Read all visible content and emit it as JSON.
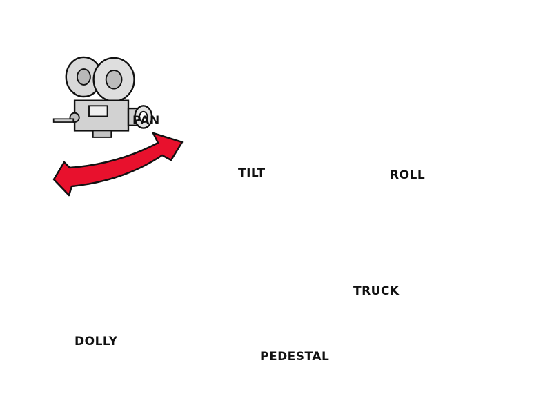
{
  "labels": {
    "pan": "PAN",
    "tilt": "TILT",
    "roll": "ROLL",
    "dolly": "DOLLY",
    "pedestal": "PEDESTAL",
    "truck": "TRUCK"
  },
  "icons": {
    "camera": "movie-camera-icon",
    "arrow": "motion-arrow-icon"
  },
  "colors": {
    "arrow_red": "#e8112d",
    "arrow_dark_red": "#b30c1e",
    "camera_body": "#d9d9d9",
    "outline": "#111111"
  }
}
